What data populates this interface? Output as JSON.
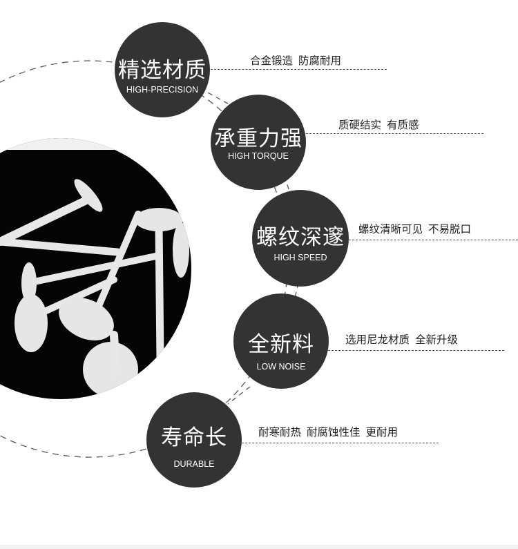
{
  "features": [
    {
      "title": "精选材质",
      "subtitle": "HIGH-PRECISION",
      "desc": [
        "合金锻造",
        "防腐耐用"
      ]
    },
    {
      "title": "承重力强",
      "subtitle": "HIGH TORQUE",
      "desc": [
        "质硬结实",
        "有质感"
      ]
    },
    {
      "title": "螺纹深邃",
      "subtitle": "HIGH SPEED",
      "desc": [
        "螺纹清晰可见",
        "不易脱口"
      ]
    },
    {
      "title": "全新料",
      "subtitle": "LOW NOISE",
      "desc": [
        "选用尼龙材质",
        "全新升级"
      ]
    },
    {
      "title": "寿命长",
      "subtitle": "DURABLE",
      "desc": [
        "耐寒耐热",
        "耐腐蚀性佳",
        "更耐用"
      ]
    }
  ],
  "colors": {
    "circle": "#333333",
    "photo_bg": "#050505",
    "plastic": "#ececec"
  }
}
